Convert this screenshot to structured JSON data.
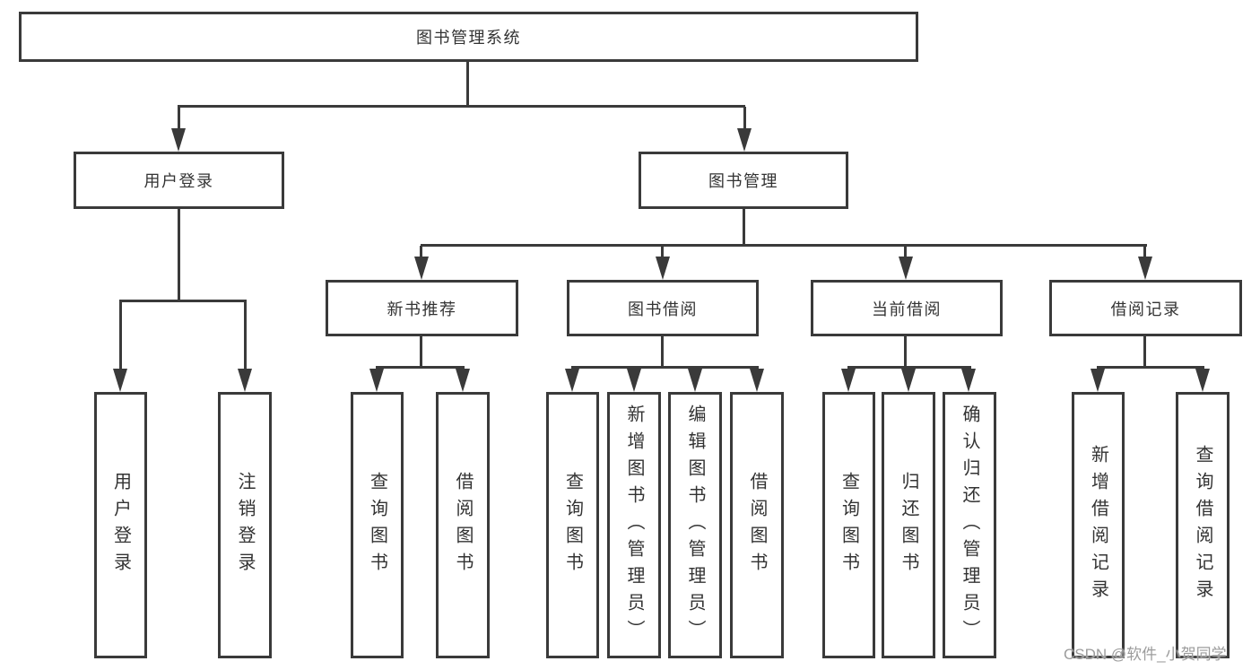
{
  "tree": {
    "root": {
      "label": "图书管理系统"
    },
    "children": [
      {
        "label": "用户登录",
        "children": [
          {
            "label": "用户登录"
          },
          {
            "label": "注销登录"
          }
        ]
      },
      {
        "label": "图书管理",
        "children": [
          {
            "label": "新书推荐",
            "children": [
              {
                "label": "查询图书"
              },
              {
                "label": "借阅图书"
              }
            ]
          },
          {
            "label": "图书借阅",
            "children": [
              {
                "label": "查询图书"
              },
              {
                "label": "新增图书（管理员）"
              },
              {
                "label": "编辑图书（管理员）"
              },
              {
                "label": "借阅图书"
              }
            ]
          },
          {
            "label": "当前借阅",
            "children": [
              {
                "label": "查询图书"
              },
              {
                "label": "归还图书"
              },
              {
                "label": "确认归还（管理员）"
              }
            ]
          },
          {
            "label": "借阅记录",
            "children": [
              {
                "label": "新增借阅记录"
              },
              {
                "label": "查询借阅记录"
              }
            ]
          }
        ]
      }
    ]
  },
  "watermark": "CSDN @软件_小贺同学",
  "colors": {
    "line": "#3a3a3a",
    "text": "#333333",
    "watermark": "#9c9c9c",
    "background": "#ffffff"
  }
}
